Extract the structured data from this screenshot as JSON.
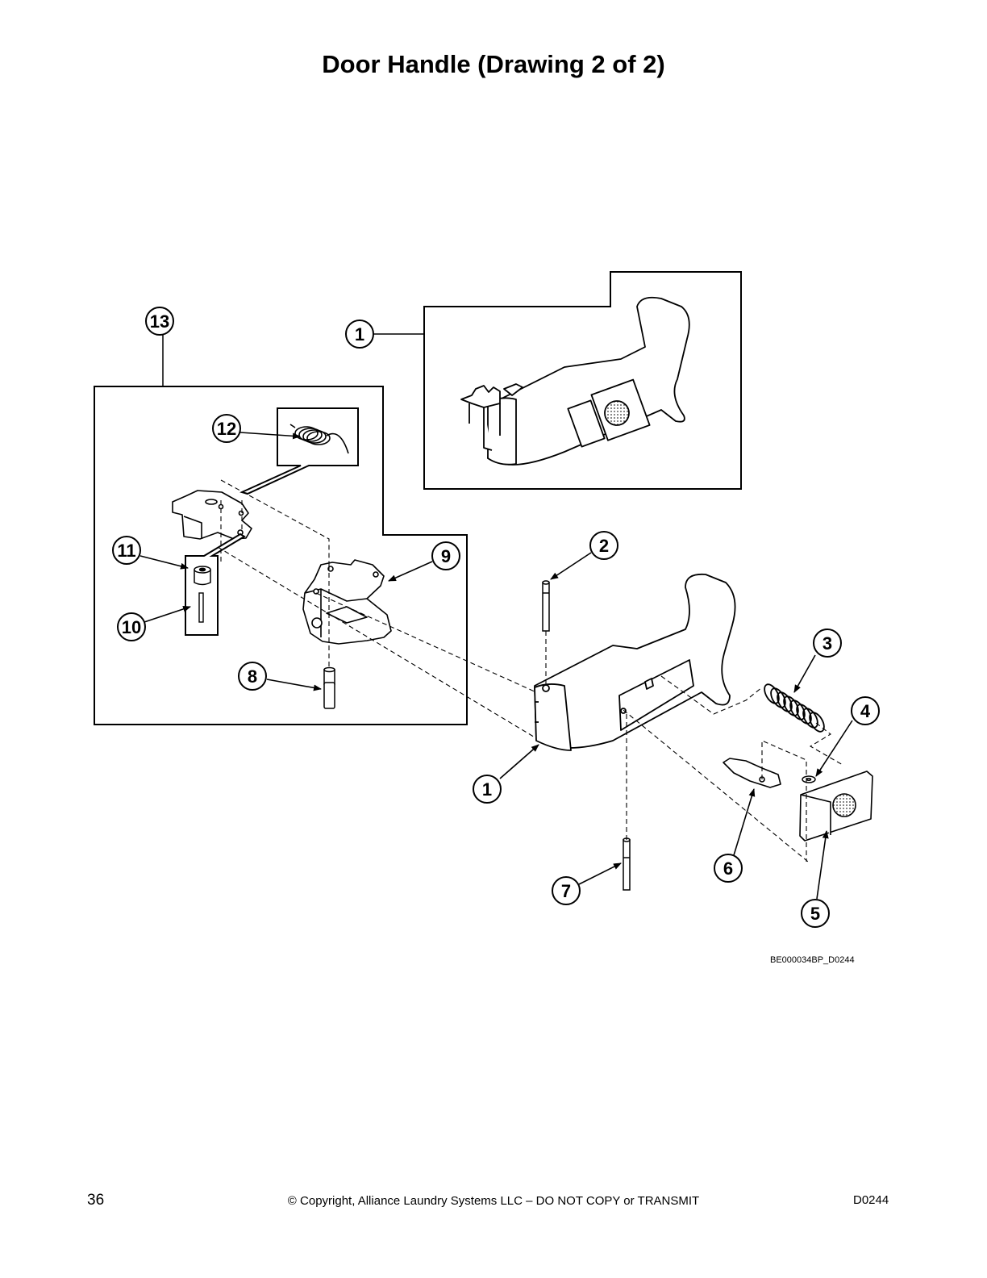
{
  "page": {
    "title": "Door Handle (Drawing 2 of 2)",
    "drawing_ref": "BE000034BP_D0244",
    "page_number": "36",
    "copyright": "© Copyright, Alliance Laundry Systems LLC – DO NOT COPY or TRANSMIT",
    "doc_code": "D0244"
  },
  "callouts": {
    "c13": "13",
    "c1_top": "1",
    "c12": "12",
    "c11": "11",
    "c10": "10",
    "c9": "9",
    "c8": "8",
    "c2": "2",
    "c3": "3",
    "c4": "4",
    "c1_bottom": "1",
    "c6": "6",
    "c7": "7",
    "c5": "5"
  }
}
